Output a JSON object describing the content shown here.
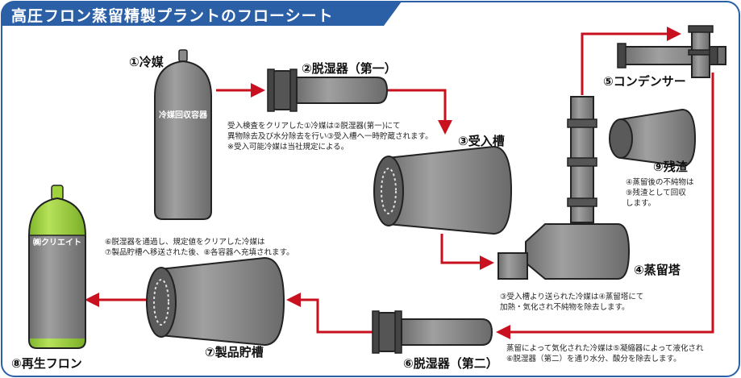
{
  "header": {
    "title": "高圧フロン蒸留精製プラントのフローシート"
  },
  "equipment": {
    "reclaim_cylinder": {
      "label": "①冷媒",
      "body_text": "冷媒回収容器"
    },
    "dehumidifier_1": {
      "label": "②脱湿器（第一）"
    },
    "receiver_tank": {
      "label": "③受入槽"
    },
    "distillation_tower": {
      "label": "④蒸留塔"
    },
    "condenser": {
      "label": "⑤コンデンサー"
    },
    "dehumidifier_2": {
      "label": "⑥脱湿器（第二）"
    },
    "product_tank": {
      "label": "⑦製品貯槽"
    },
    "recycled_cylinder": {
      "label": "⑧再生フロン",
      "body_text": "㈱クリエイト"
    },
    "residue": {
      "label": "⑨残渣"
    }
  },
  "descriptions": {
    "intake": [
      "受入検査をクリアした①冷媒は②脱湿器(第一)にて",
      "異物除去及び水分除去を行い③受入槽へ一時貯蔵されます。",
      "※受入可能冷媒は当社規定による。"
    ],
    "residue": [
      "④蒸留後の不純物は",
      "⑨残渣として回収",
      "します。"
    ],
    "distill": [
      "③受入槽より送られた冷媒は④蒸留塔にて",
      "加熱・気化され不純物を除去します。"
    ],
    "condense": [
      "蒸留によって気化された冷媒は⑤凝縮器によって液化され",
      "⑥脱湿器（第二）を通り水分、酸分を除去します。"
    ],
    "fill": [
      "⑥脱湿器を通過し、規定値をクリアした冷媒は",
      "⑦製品貯槽へ移送された後、⑧各容器へ充填されます。"
    ]
  },
  "colors": {
    "header_blue": "#2b5fa6",
    "flow_red": "#c8101e",
    "equipment_gray": "#8a8a8a",
    "cylinder_green": "#9fd23c"
  }
}
